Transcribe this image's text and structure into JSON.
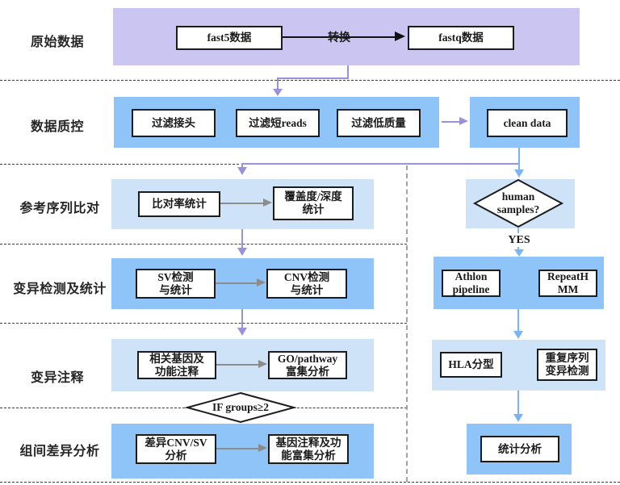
{
  "row_labels": [
    "原始数据",
    "数据质控",
    "参考序列比对",
    "变异检测及统计",
    "变异注释",
    "组间差异分析"
  ],
  "nodes": {
    "fast5": "fast5数据",
    "fastq": "fastq数据",
    "filter_adapter": "过滤接头",
    "filter_short": "过滤短reads",
    "filter_lowq": "过滤低质量",
    "clean_data": "clean data",
    "align_rate": "比对率统计",
    "coverage_depth": "覆盖度/深度\n统计",
    "sv_stats": "SV检测\n与统计",
    "cnv_stats": "CNV检测\n与统计",
    "related_genes": "相关基因及\n功能注释",
    "go_pathway": "GO/pathway\n富集分析",
    "diff_cnv_sv": "差异CNV/SV\n分析",
    "gene_enrich": "基因注释及功\n能富集分析",
    "athlon": "Athlon\npipeline",
    "repeathmm": "RepeatH\nMM",
    "hla_typing": "HLA分型",
    "repeat_variant": "重复序列\n变异检测",
    "stat_analysis": "统计分析"
  },
  "decisions": {
    "human_samples": "human\nsamples?",
    "if_groups": "IF groups≥2"
  },
  "edge_labels": {
    "convert": "转换",
    "yes": "YES"
  },
  "colors": {
    "purple_band": "#cbc5f1",
    "blue_band": "#8ec4f8",
    "light_blue_band": "#cee3f8",
    "purple_arrow": "#9792db",
    "blue_arrow": "#7ab5f3",
    "gray_arrow": "#8c8c8c",
    "black_arrow": "#111111"
  }
}
